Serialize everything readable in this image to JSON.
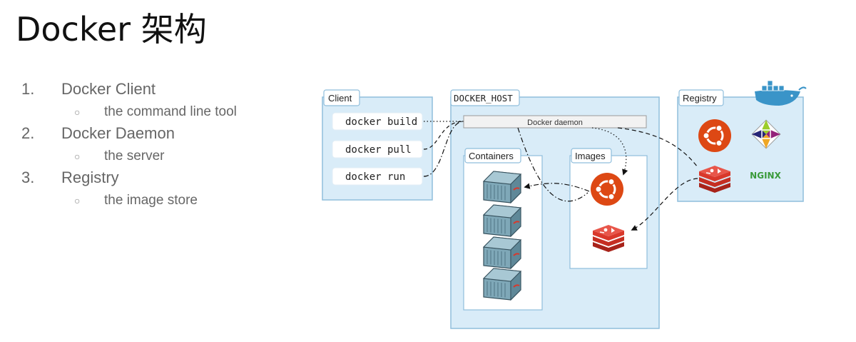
{
  "title": "Docker 架构",
  "outline": [
    {
      "number": "1.",
      "label": "Docker Client",
      "sub_bullet": "○",
      "sub": "the command line tool"
    },
    {
      "number": "2.",
      "label": "Docker Daemon",
      "sub_bullet": "○",
      "sub": "the server"
    },
    {
      "number": "3.",
      "label": "Registry",
      "sub_bullet": "○",
      "sub": "the image store"
    }
  ],
  "diagram": {
    "client": {
      "label": "Client",
      "commands": [
        "docker build",
        "docker pull",
        "docker run"
      ]
    },
    "host": {
      "label": "DOCKER_HOST",
      "daemon_label": "Docker daemon",
      "containers_label": "Containers",
      "images_label": "Images"
    },
    "registry": {
      "label": "Registry",
      "nginx_label": "NGINX"
    },
    "colors": {
      "panel_fill": "#d9ecf8",
      "panel_stroke": "#8fbedc",
      "ubuntu": "#dd4814",
      "redis": "#d9382b",
      "container": "#7fa8b8",
      "nginx": "#3a9a3a",
      "docker_whale": "#3a94c8"
    },
    "icons": [
      "ubuntu-icon",
      "centos-icon",
      "redis-icon",
      "nginx-logo",
      "docker-whale-icon",
      "container-icon"
    ]
  }
}
